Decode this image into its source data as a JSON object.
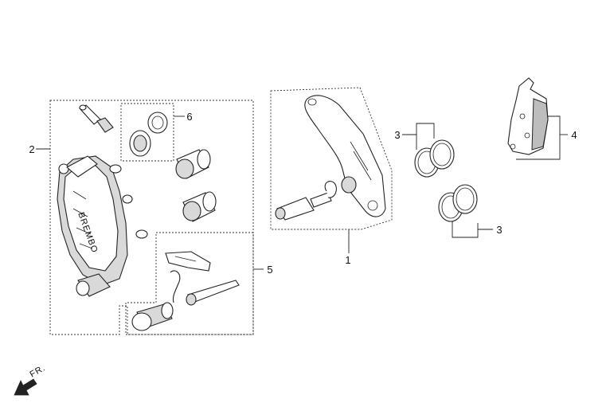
{
  "callouts": {
    "c1": "1",
    "c2": "2",
    "c3a": "3",
    "c3b": "3",
    "c4": "4",
    "c5": "5",
    "c6": "6"
  },
  "direction": {
    "label": "FR.",
    "icon": "front-direction-arrow-icon"
  },
  "colors": {
    "line": "#222222",
    "shade": "#d9d9d9"
  }
}
